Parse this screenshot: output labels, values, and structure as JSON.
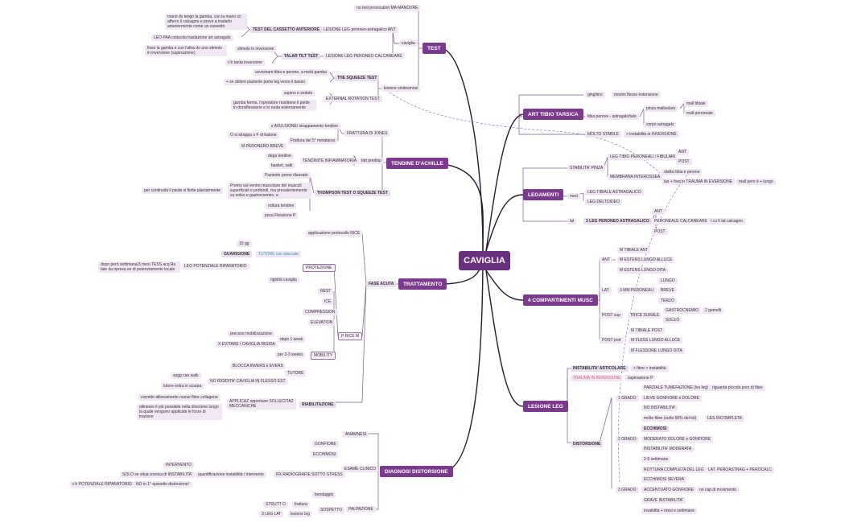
{
  "root": "CAVIGLIA",
  "main": {
    "test": "TEST",
    "art": "ART TIBIO TARSICA",
    "tendine": "TENDINE D'ACHILLE",
    "legamenti": "LEGAMENTI",
    "trattamento": "TRATTAMENTO",
    "comp": "4 COMPARTIMENTI MUSC",
    "lesione": "LESIONE LEG",
    "diagnosi": "DIAGNOSI DISTORSIONE"
  },
  "test": {
    "no_test": "no test provocatori MA MANOVRE",
    "caviglia": "caviglia",
    "les_ant": "LESIONE LEG peroneo-astragalico ANT",
    "cassetto": "TEST DEL CASSETTO ANTERIORE",
    "mano": "mano dx tengo la gamba, con la mano sx afferro il calcagno e provo a tradarlo anteriormente come un cassetto",
    "leo": "LEO PAA cotacola traslazione art astragalo",
    "les_calc": "LESIONE LEG PERONEO CALCANEARE",
    "talar": "TALAR TILT TEST",
    "stimolo": "stimolo in inversione",
    "fisso": "fisso la gamba e con l'altra do uno stimolo in inversione (supinazione)",
    "tanta": "c'è tanta inversione",
    "sindesmosi": "lesione sindesmosi",
    "squeeze": "THE SQUEEZE TEST",
    "avvicinare": "avvicinare tibia e perone, a metà gamba",
    "dolore": "+ se dolore paziente porta leg verso il basso",
    "external": "EXTERNAL ROTATION TEST",
    "supino": "supino o seduto",
    "gamba_ferma": "gamba ferma. l'operatore mantiene il piede in dorsiflessione e lo ruota esternamente"
  },
  "art": {
    "ginglimo": "ginglimo",
    "movim": "movim flesso estensione",
    "tibia": "tibia perone - astragalo/talo",
    "pinza": "pinza malleolare",
    "mall_tib": "mall tibiale",
    "mall_per": "mall peroneale",
    "corpo": "corpo astragalo",
    "molto": "MOLTO STABILE",
    "instab": "> instabilità in INVERSIONE"
  },
  "tendine": {
    "frattura": "FRATTURA DI JONES",
    "avulsione": "x AVULSIONE/ strappamento tendine",
    "frattura5": "Frattura del 5° metatarso",
    "strappa": "O si strappa o F di traione",
    "breve": "M PERONERO BREVE",
    "tendinite": "TENDINITE INFIAMMATORIA",
    "fatt": "fatt predisp",
    "dega": "dega tendine",
    "basket": "basket, salti",
    "thompson": "THOMPSON TEST O SQUEEZE TEST",
    "prono": "Paziente prono rilassato",
    "premo": "Premo sul ventre muscolare dei muscoli superficiali e profondi, ma prevalentemente su soleo e gastrocnemio, e",
    "continuita": "per continuità il piede si flette plantarmente",
    "rottura": "rottura tendine",
    "poca": "poca Flessione P"
  },
  "legamenti": {
    "stabilita": "STABILITA' PINZA",
    "tibio_fib": "LEG TIBIO PERONEALI / FIBULARI",
    "ant": "ANT",
    "post": "POST",
    "membrana": "MEMBRANA INTEROSSEA",
    "diafisi": "diafisi tibia e perone",
    "lax": "lax + freq in TRAUMA IN EVERSIONE",
    "mall": "mall pero è + lungo",
    "med": "med",
    "leg_tib": "LEG TIBIALE ASTRAGALICO",
    "deltoideo": "LEG DELTOIDEO",
    "lat": "lat",
    "tre_leg": "3 LEG PERONEO ASTRAGALICO",
    "ant2": "ANT",
    "pc": "PERONEALE CALCANEARE",
    "lcu": "l cu 5 lat calcagno",
    "post2": "POST"
  },
  "trattamento": {
    "rice": "applicazione protocollo RICE",
    "fase": "FASE ACUTA",
    "protezione": "PROTEZIONE",
    "gg": "10 gg",
    "guarigione": "GUARIGIONE",
    "tutore": "TUTORE con staccate",
    "dopo": "dopo però settimana/3 mesi TESS acq Re tale da ripresa es di potenziamento locale",
    "pot": "LEO POTENZIALE RIPARATORIO",
    "rigidita": "rigidità caviglia",
    "rest": "REST",
    "ice": "ICE",
    "compression": "COMPRESSION",
    "elevation": "ELEVATION",
    "price": "P RICE M",
    "precoce": "precoce mobilizzazione",
    "week": "dopo 1 week",
    "evitare": "X EVITARE l CAVIGLIA RIGIDA",
    "mobility": "MOBILITY",
    "per": "per 2-3 weeks",
    "blocca": "BLOCCA INVERS e EVERS",
    "tut": "TUTORE",
    "soggi": "sogg can walk",
    "no_rig": "NO RIGIDITA' CAVIGLIA IN FLESSO EST",
    "tut_entra": "tutore entra in scarpa",
    "corretto": "corretto allineamento nuove fibre collagene",
    "applicaz": "APPLICAZ opportune SOLLECITAZ MECCANICHE",
    "riab": "RIABILITAZIONE",
    "allineare": "allineare il più possibile nella direzione lungo la quale vengono applicate le forze di trazione"
  },
  "comp": {
    "ant": "ANT",
    "tib": "M TIBIALE ANT",
    "ext_all": "M ESTENS LUNGO ALLUCE",
    "ext_dita": "M ESTENS LUNGO DITA",
    "lat": "LAT",
    "tre": "3 MM PERONEALI",
    "lungo": "LUNGO",
    "breve": "BREVE",
    "terzo": "TERZO",
    "post_sup": "POST sup",
    "trice": "TRICE SURALE",
    "gastro": "GASTROCNEMIO",
    "gemelli": "2 gemelli",
    "soleo": "SOLEO",
    "post_prof": "POST prof",
    "tib_post": "M TIBIALE POST",
    "fl_all": "M FLESS LUNGO ALLUCE",
    "fl_dita": "M FLESSORE LUNGO DITA"
  },
  "lesione": {
    "instab": "INSTABILITA' ARTICOLARE",
    "fibre": "> fibre > instabilità",
    "trauma": "TRAUMA IN INVERSIONE",
    "supinaz": "supinazione P",
    "parziale": "PARZIALE TUMEFAZIONE (les leg)",
    "riguarda": "riguarda piccola porz di fibre",
    "g1": "1 GRADO",
    "lievi": "LIEVE GONFIORE e DOLORE",
    "no_inst": "NO INSTABILITA'",
    "distorsione": "DISTORSIONE",
    "molte": "molte fibre (sotto 50% del tot)",
    "incompleta": "LES INCOMPLETA",
    "ecchimosi": "ECCHIMOSI",
    "g2": "2 GRADO",
    "moderato": "MODERATO DOLORE e GONFIORE",
    "inst_mod": "INSTABILITA' MODERATA",
    "sett": "2-6 settimane",
    "rottura": "ROTTURA COMPLETA DEL LEG",
    "lat_per": "LAT. PEROASTRAG + PEROCALC",
    "ecch_sev": "ECCHIMOSI SEVERA",
    "g3": "3 GRADO",
    "accentuato": "ACCENTUATO GONFIORE",
    "no_cap": "no cap di movimento",
    "grave": "GRAVE INSTABILITA'",
    "invalid": "invalidità + mesi e settimane"
  },
  "diagnosi": {
    "anamnesi": "ANAMNESI",
    "gonfiore": "GONFIORE",
    "ecchimosi": "ECCHIMOSI",
    "esame": "ESAME CLINICO",
    "rx": "RX RADIOGRAFIE SOTTO STRESS",
    "quant": "quantificazione instabilità / intervento",
    "intervento": "INTERVENTO",
    "solo": "SOLO se situa cronica di INSTABILITA'",
    "no_primo": "NO in 1° episodio distorsione!",
    "pot": "c'è POTENZIALE RIPARATORIO",
    "bendaggio": "bendaggio",
    "palpazione": "PALPAZIONE",
    "sospetto": "SOSPETTO",
    "frattura": "frattura",
    "strutt": "STRUTT O",
    "lesione": "lesione leg",
    "leg_lat": "3 LEG LAT"
  }
}
